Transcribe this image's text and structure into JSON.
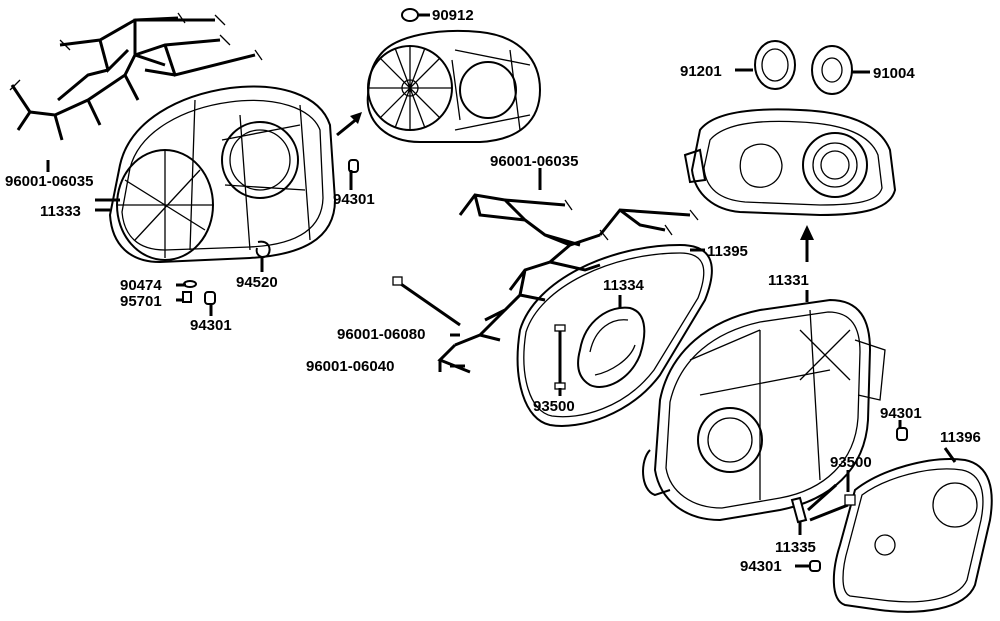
{
  "labels": [
    {
      "id": "p90912",
      "text": "90912"
    },
    {
      "id": "p96001_06035_a",
      "text": "96001-06035"
    },
    {
      "id": "p11333",
      "text": "11333"
    },
    {
      "id": "p94301_a",
      "text": "94301"
    },
    {
      "id": "p90474",
      "text": "90474"
    },
    {
      "id": "p94520",
      "text": "94520"
    },
    {
      "id": "p95701",
      "text": "95701"
    },
    {
      "id": "p94301_b",
      "text": "94301"
    },
    {
      "id": "p91201",
      "text": "91201"
    },
    {
      "id": "p91004",
      "text": "91004"
    },
    {
      "id": "p96001_06035_b",
      "text": "96001-06035"
    },
    {
      "id": "p11395",
      "text": "11395"
    },
    {
      "id": "p11334",
      "text": "11334"
    },
    {
      "id": "p11331",
      "text": "11331"
    },
    {
      "id": "p96001_06080",
      "text": "96001-06080"
    },
    {
      "id": "p96001_06040",
      "text": "96001-06040"
    },
    {
      "id": "p93500_a",
      "text": "93500"
    },
    {
      "id": "p94301_c",
      "text": "94301"
    },
    {
      "id": "p11396",
      "text": "11396"
    },
    {
      "id": "p93500_b",
      "text": "93500"
    },
    {
      "id": "p11335",
      "text": "11335"
    },
    {
      "id": "p94301_d",
      "text": "94301"
    }
  ]
}
